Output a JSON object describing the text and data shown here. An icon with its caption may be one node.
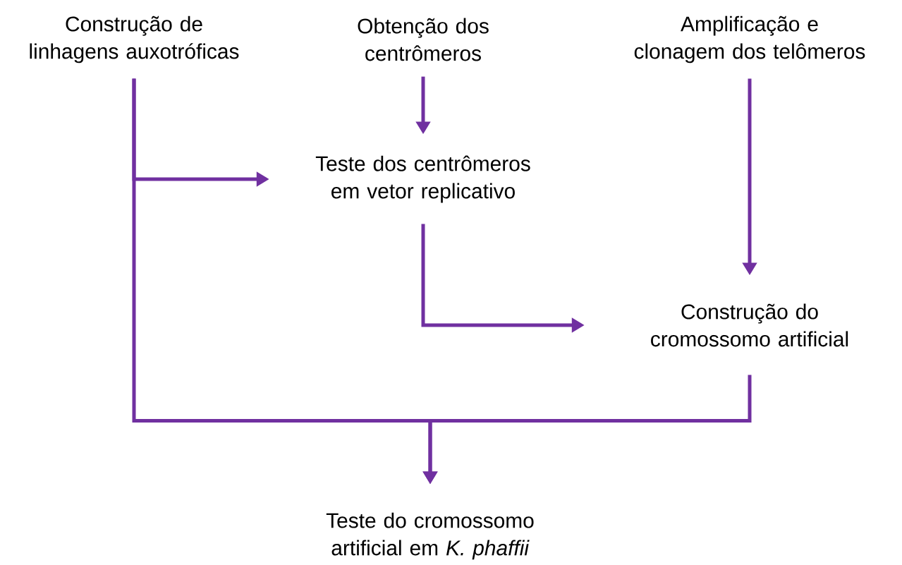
{
  "diagram": {
    "nodes": [
      {
        "text": [
          "Construção de linhagens auxotróficas"
        ]
      },
      {
        "text": [
          "Obtenção dos centrômeros"
        ]
      },
      {
        "text": [
          "Amplificação e clonagem dos telômeros"
        ]
      },
      {
        "text": [
          "Teste dos centrômeros em vetor replicativo"
        ]
      },
      {
        "text": [
          "Construção do cromossomo artificial"
        ]
      },
      {
        "text": [
          "Teste do cromossomo artificial em *K. phaffii*"
        ]
      }
    ],
    "edges": [
      {
        "from": 0,
        "to": 3,
        "arrow": "to"
      },
      {
        "from": 1,
        "to": 3,
        "arrow": "to"
      },
      {
        "from": 2,
        "to": 4,
        "arrow": "to"
      },
      {
        "from": 3,
        "to": 4,
        "arrow": "to"
      },
      {
        "from": 0,
        "to": 5,
        "arrow": "to"
      },
      {
        "from": 4,
        "to": 5,
        "arrow": "to"
      }
    ]
  }
}
